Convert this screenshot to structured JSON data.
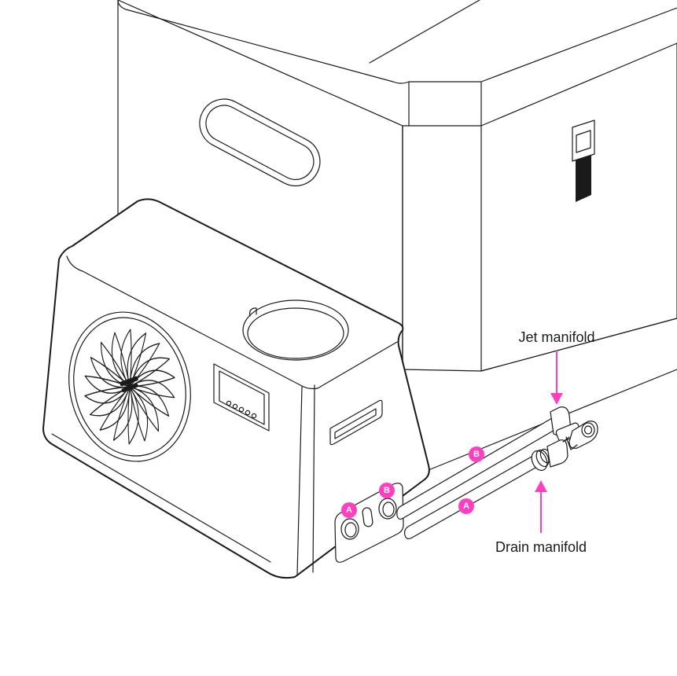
{
  "callouts": {
    "jet_manifold": "Jet manifold",
    "drain_manifold": "Drain manifold"
  },
  "badges": {
    "port_a": "A",
    "port_b": "B",
    "hose_a": "A",
    "hose_b": "B"
  },
  "colors": {
    "accent": "#ff3fbf",
    "line": "#1a1a1a",
    "strap": "#1a1a1a"
  }
}
